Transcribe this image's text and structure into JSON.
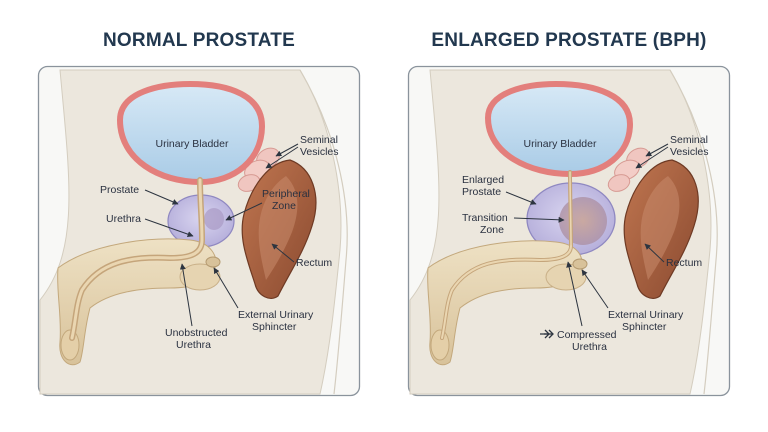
{
  "normal": {
    "title": "NORMAL PROSTATE",
    "labels": {
      "bladder": "Urinary Bladder",
      "seminal_1": "Seminal",
      "seminal_2": "Vesicles",
      "prostate": "Prostate",
      "peripheral_1": "Peripheral",
      "peripheral_2": "Zone",
      "urethra": "Urethra",
      "rectum": "Rectum",
      "sphincter_1": "External Urinary",
      "sphincter_2": "Sphincter",
      "unobstructed_1": "Unobstructed",
      "unobstructed_2": "Urethra"
    }
  },
  "enlarged": {
    "title": "ENLARGED PROSTATE (BPH)",
    "labels": {
      "bladder": "Urinary Bladder",
      "seminal_1": "Seminal",
      "seminal_2": "Vesicles",
      "enlarged_1": "Enlarged",
      "enlarged_2": "Prostate",
      "transition_1": "Transition",
      "transition_2": "Zone",
      "rectum": "Rectum",
      "sphincter_1": "External Urinary",
      "sphincter_2": "Sphincter",
      "compressed_1": "Compressed",
      "compressed_2": "Urethra"
    }
  },
  "colors": {
    "bladder_fill": "#bcd9ee",
    "bladder_wall": "#e37f7c",
    "prostate_fill": "#c8c3e6",
    "rectum_fill": "#a9603f",
    "urethra": "#d8bf98",
    "skin": "#ece7dd",
    "frame": "#8a939c",
    "text": "#2a3140"
  }
}
